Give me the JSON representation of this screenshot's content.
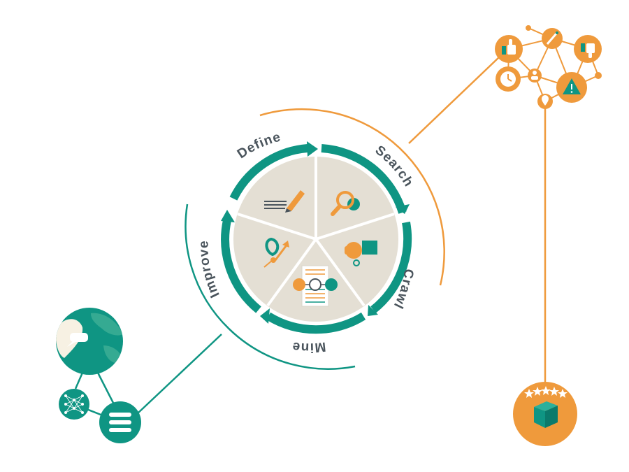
{
  "cycle": {
    "stages": [
      {
        "id": "define",
        "label": "Define"
      },
      {
        "id": "search",
        "label": "Search"
      },
      {
        "id": "crawl",
        "label": "Crawl"
      },
      {
        "id": "mine",
        "label": "Mine"
      },
      {
        "id": "improve",
        "label": "Improve"
      }
    ]
  },
  "colors": {
    "teal": "#0f9583",
    "orange": "#ef9a3c",
    "pie_bg": "#e4dfd4",
    "label": "#4a545c",
    "ring": "#ffffff"
  },
  "icons": {
    "define": "pen-lines-icon",
    "search": "magnifier-icon",
    "crawl": "hand-cube-icon",
    "mine": "document-thumbs-icon",
    "improve": "rocket-icon",
    "network_nodes": [
      "thumbs-up-icon",
      "magic-wand-icon",
      "thumbs-down-icon",
      "clock-icon",
      "user-icon",
      "warning-icon",
      "location-pin-icon"
    ],
    "rating_box": "five-star-box-icon",
    "left_nodes": [
      "globe-chat-icon",
      "neural-network-icon",
      "list-lines-icon"
    ]
  }
}
